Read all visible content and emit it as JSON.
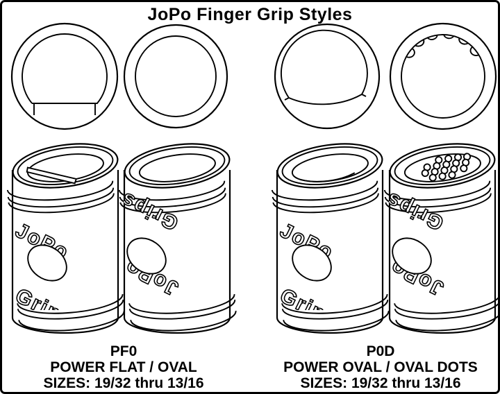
{
  "title": "JoPo Finger Grip Styles",
  "colors": {
    "line": "#000000",
    "background": "#ffffff"
  },
  "brand_marking": {
    "top": "JoPo",
    "bottom": "Grips"
  },
  "styles": {
    "left": {
      "code": "PF0",
      "name": "POWER FLAT / OVAL",
      "sizes": "SIZES: 19/32 thru 13/16"
    },
    "right": {
      "code": "P0D",
      "name": "POWER OVAL / OVAL DOTS",
      "sizes": "SIZES: 19/32 thru 13/16"
    }
  }
}
